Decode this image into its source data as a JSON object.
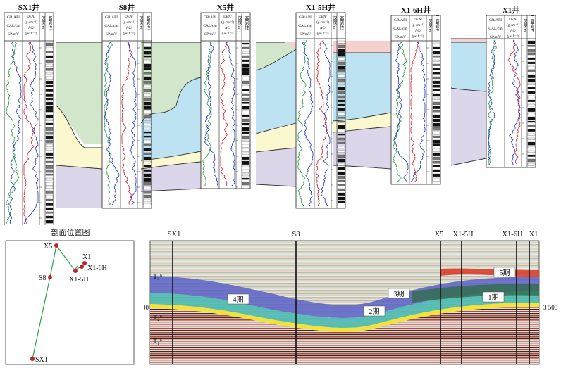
{
  "wells": [
    {
      "name": "SX1井",
      "curve_headers": [
        "GR/API",
        "CAL/cm",
        "SP/mV"
      ],
      "den_headers": [
        "DEN/",
        "(g·cm⁻³)",
        "AC/",
        "(μs·ft⁻¹)"
      ],
      "depth_header": "深度/m",
      "lith_header": "三叠岩性"
    },
    {
      "name": "S8井",
      "curve_headers": [
        "GR/API",
        "CAL/cm",
        "SP/mV"
      ],
      "den_headers": [
        "DEN/",
        "(g·cm⁻³)",
        "AC/",
        "(μs·ft⁻¹)"
      ],
      "depth_header": "深度/m",
      "lith_header": "三叠岩性"
    },
    {
      "name": "X5井",
      "curve_headers": [
        "GR/API",
        "CAL/cm",
        "SP/mV"
      ],
      "den_headers": [
        "DEN/",
        "(g·cm⁻³)",
        "AC/",
        "(μs·ft⁻¹)"
      ],
      "depth_header": "深度/m",
      "lith_header": "三叠岩性"
    },
    {
      "name": "X1-5H井",
      "curve_headers": [
        "GR/API",
        "CAL/cm",
        "SP/mV"
      ],
      "den_headers": [
        "DEN/",
        "(g·cm⁻³)",
        "AC/",
        "(μs·ft⁻¹)"
      ],
      "depth_header": "深度/m",
      "lith_header": "三叠岩性"
    },
    {
      "name": "X1-6H井",
      "curve_headers": [
        "GR/API",
        "CAL/cm",
        "SP/mV"
      ],
      "den_headers": [
        "DEN/",
        "(g·cm⁻³)",
        "AC/",
        "(μs·ft⁻¹)"
      ],
      "depth_header": "深度/m",
      "lith_header": "三叠岩性"
    },
    {
      "name": "X1井",
      "curve_headers": [
        "GR/API",
        "CAL/cm",
        "SP/mV"
      ],
      "den_headers": [
        "DEN/",
        "(g·cm⁻³)",
        "AC/",
        "(μs·ft⁻¹)"
      ],
      "depth_header": "深度/m",
      "lith_header": "三叠岩性"
    }
  ],
  "colors": {
    "green_zone": "#d2e6cc",
    "blue_zone": "#bde3f3",
    "yellow_zone": "#fbf7cf",
    "purple_zone": "#dcd6ea",
    "pink_zone": "#f6cfcf",
    "curve_green": "#1a9a2a",
    "curve_blue": "#1530c8",
    "curve_red": "#e0141c",
    "map_line": "#27a24a",
    "map_point": "#c0232b"
  },
  "map": {
    "title": "剖面位置图",
    "points": [
      "X5",
      "X1",
      "X1-6H",
      "X1-5H",
      "S8",
      "SX1"
    ]
  },
  "seismic": {
    "well_labels": [
      "SX1",
      "S8",
      "X5",
      "X1-5H",
      "X1-6H",
      "X1"
    ],
    "depth_label": "3 500",
    "horizons": [
      "T₃ᵇ",
      "T₂ᵇ",
      "T₁ᵇ"
    ],
    "periods": [
      "4期",
      "3期",
      "5期",
      "2期",
      "1期"
    ]
  }
}
